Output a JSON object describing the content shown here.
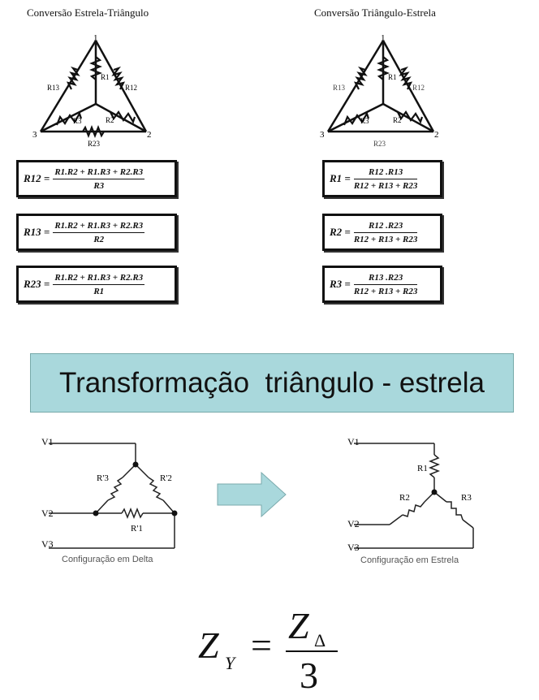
{
  "left_panel": {
    "title": "Conversão Estrela-Triângulo",
    "node_labels": [
      "1",
      "2",
      "3"
    ],
    "resistor_labels": [
      "R13",
      "R1",
      "R12",
      "R3",
      "R2",
      "R23"
    ],
    "formulas": [
      {
        "lhs": "R12 =",
        "num": "R1.R2 + R1.R3 + R2.R3",
        "den": "R3"
      },
      {
        "lhs": "R13 =",
        "num": "R1.R2 + R1.R3 + R2.R3",
        "den": "R2"
      },
      {
        "lhs": "R23 =",
        "num": "R1.R2 + R1.R3 + R2.R3",
        "den": "R1"
      }
    ]
  },
  "right_panel": {
    "title": "Conversão Triângulo-Estrela",
    "node_labels": [
      "1",
      "2",
      "3"
    ],
    "resistor_labels": [
      "R13",
      "R1",
      "R12",
      "R3",
      "R2",
      "R23"
    ],
    "formulas": [
      {
        "lhs": "R1 =",
        "num": "R12 .R13",
        "den": "R12 + R13 + R23"
      },
      {
        "lhs": "R2 =",
        "num": "R12 .R23",
        "den": "R12 + R13 + R23"
      },
      {
        "lhs": "R3 =",
        "num": "R13 .R23",
        "den": "R12 + R13 + R23"
      }
    ]
  },
  "banner": {
    "text": "Transformação  triângulo - estrela",
    "color": "#a9d8dc"
  },
  "delta_circuit": {
    "labels": [
      "V1",
      "V2",
      "V3",
      "R'3",
      "R'2",
      "R'1"
    ],
    "caption": "Configuração em Delta"
  },
  "arrow": {
    "color": "#a9d8dc",
    "icon": "right-arrow-icon"
  },
  "star_circuit": {
    "labels": [
      "V1",
      "V2",
      "V3",
      "R1",
      "R2",
      "R3"
    ],
    "caption": "Configuração em Estrela"
  },
  "equation": {
    "lhs": "Z",
    "lhs_sub": "Y",
    "equals": "=",
    "num": "Z",
    "num_sub": "Δ",
    "den": "3"
  }
}
